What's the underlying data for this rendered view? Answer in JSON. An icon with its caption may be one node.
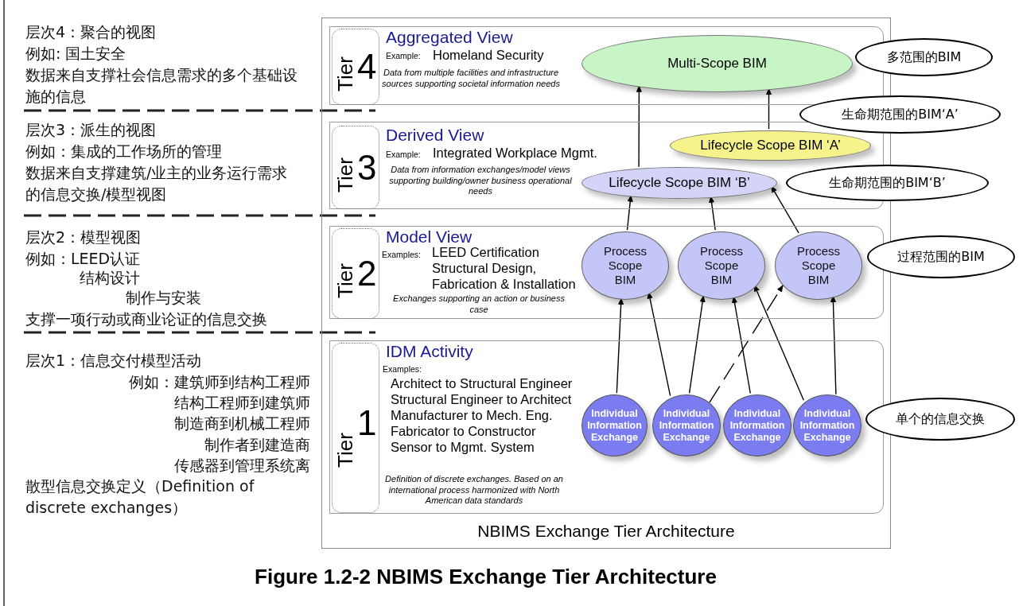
{
  "diagram": {
    "caption": "Figure 1.2-2  NBIMS Exchange Tier Architecture",
    "nodes": [
      {
        "text": [
          "NBIMS Exchange Tier Architecture"
        ]
      },
      {
        "text": [
          "Aggregated View",
          "Example:",
          "Homeland Security",
          "Data from multiple facilities and infrastructure sources supporting societal information needs"
        ],
        "in": 0
      },
      {
        "text": [
          "Tier",
          "4"
        ],
        "in": 1
      },
      {
        "text": [
          "Multi-Scope BIM"
        ],
        "in": 1
      },
      {
        "text": [
          "Derived View",
          "Example:",
          "Integrated Workplace Mgmt.",
          "Data from information exchanges/model views supporting building/owner business operational needs"
        ],
        "in": 0
      },
      {
        "text": [
          "Tier",
          "3"
        ],
        "in": 4
      },
      {
        "text": [
          "Lifecycle Scope BIM ‘A’"
        ],
        "in": 4
      },
      {
        "text": [
          "Lifecycle Scope BIM ‘B’"
        ],
        "in": 4
      },
      {
        "text": [
          "Model View",
          "Examples:",
          "LEED Certification",
          "Structural Design,",
          "Fabrication & Installation",
          "Exchanges supporting an action or business case"
        ],
        "in": 0
      },
      {
        "text": [
          "Tier",
          "2"
        ],
        "in": 8
      },
      {
        "text": [
          "Process Scope BIM"
        ],
        "in": 8
      },
      {
        "text": [
          "Process Scope BIM"
        ],
        "in": 8
      },
      {
        "text": [
          "Process Scope BIM"
        ],
        "in": 8
      },
      {
        "text": [
          "IDM Activity",
          "Examples:",
          "Architect to Structural Engineer",
          "Structural Engineer to Architect",
          "Manufacturer to Mech. Eng.",
          "Fabricator to Constructor",
          "Sensor to Mgmt. System",
          "Definition of discrete exchanges.  Based on an international process harmonized with North American data standards"
        ],
        "in": 0
      },
      {
        "text": [
          "Tier",
          "1"
        ],
        "in": 13
      },
      {
        "text": [
          "Individual Information Exchange"
        ],
        "in": 13
      },
      {
        "text": [
          "Individual Information Exchange"
        ],
        "in": 13
      },
      {
        "text": [
          "Individual Information Exchange"
        ],
        "in": 13
      },
      {
        "text": [
          "Individual Information Exchange"
        ],
        "in": 13
      },
      {
        "text": [
          "多范围的BIM"
        ]
      },
      {
        "text": [
          "生命期范围的BIM‘A’"
        ]
      },
      {
        "text": [
          "生命期范围的BIM‘B’"
        ]
      },
      {
        "text": [
          "过程范围的BIM"
        ]
      },
      {
        "text": [
          "单个的信息交换"
        ]
      }
    ],
    "edges": [
      {
        "from": 15,
        "to": 10,
        "arrow": "to"
      },
      {
        "from": 16,
        "to": 10,
        "arrow": "to"
      },
      {
        "from": 16,
        "to": 11,
        "arrow": "to"
      },
      {
        "from": 16,
        "to": 12,
        "arrow": "to",
        "style": "dashed"
      },
      {
        "from": 17,
        "to": 11,
        "arrow": "to"
      },
      {
        "from": 18,
        "to": 11,
        "arrow": "to"
      },
      {
        "from": 18,
        "to": 12,
        "arrow": "to"
      },
      {
        "from": 10,
        "to": 7,
        "arrow": "to"
      },
      {
        "from": 11,
        "to": 7,
        "arrow": "to"
      },
      {
        "from": 12,
        "to": 7,
        "arrow": "to"
      },
      {
        "from": 7,
        "to": 3,
        "arrow": "to"
      },
      {
        "from": 6,
        "to": 3,
        "arrow": "to"
      }
    ],
    "labels": [
      "层次4：聚合的视图",
      "例如: 国土安全",
      "数据来自支撑社会信息需求的多个基础设施的信息",
      "层次3：派生的视图",
      "例如：集成的工作场所的管理",
      "数据来自支撑建筑/业主的业务运行需求的信息交换/模型视图",
      "层次2：模型视图",
      "例如：LEED认证",
      "结构设计",
      "制作与安装",
      "支撑一项行动或商业论证的信息交换",
      "层次1：信息交付模型活动",
      "例如：建筑师到结构工程师",
      "结构工程师到建筑师",
      "制造商到机械工程师",
      "制作者到建造商",
      "传感器到管理系统离",
      "散型信息交换定义（Definition of discrete exchanges）"
    ]
  }
}
